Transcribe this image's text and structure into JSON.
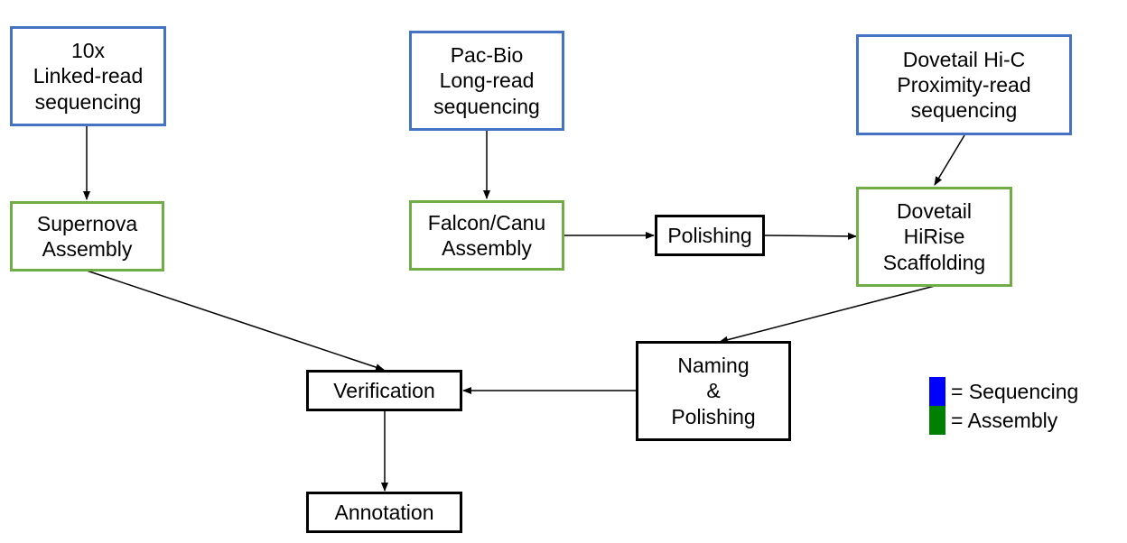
{
  "nodes": {
    "linked_read": "10x\nLinked-read\nsequencing",
    "long_read": "Pac-Bio\nLong-read\nsequencing",
    "hic": "Dovetail Hi-C\nProximity-read\nsequencing",
    "supernova": "Supernova\nAssembly",
    "falcon_canu": "Falcon/Canu\nAssembly",
    "polishing": "Polishing",
    "hirise": "Dovetail\nHiRise\nScaffolding",
    "naming_polishing": "Naming\n&\nPolishing",
    "verification": "Verification",
    "annotation": "Annotation"
  },
  "legend": {
    "sequencing": "= Sequencing",
    "assembly": "= Assembly",
    "sequencing_color": "#0000ff",
    "assembly_color": "#008000"
  },
  "colors": {
    "sequencing_border": "#4472c4",
    "assembly_border": "#70ad47",
    "process_border": "#000000"
  }
}
